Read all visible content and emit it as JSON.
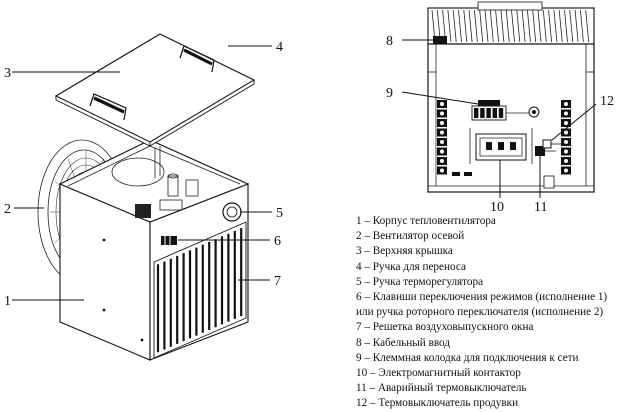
{
  "callouts": {
    "c1": "1",
    "c2": "2",
    "c3": "3",
    "c4": "4",
    "c5": "5",
    "c6": "6",
    "c7": "7",
    "c8": "8",
    "c9": "9",
    "c10": "10",
    "c11": "11",
    "c12": "12"
  },
  "legend": [
    "1 – Корпус тепловентилятора",
    "2 – Вентилятор осевой",
    "3 – Верхняя крышка",
    "4 – Ручка для переноса",
    "5 – Ручка терморегулятора",
    "6 – Клавиши переключения режимов (исполнение 1)",
    "или ручка роторного переключателя (исполнение 2)",
    "7 – Решетка воздуховыпускного окна",
    "8 – Кабельный ввод",
    "9 – Клеммная колодка для подключения к сети",
    "10 – Электромагнитный контактор",
    "11 – Аварийный термовыключатель",
    "12 – Термовыключатель продувки"
  ]
}
